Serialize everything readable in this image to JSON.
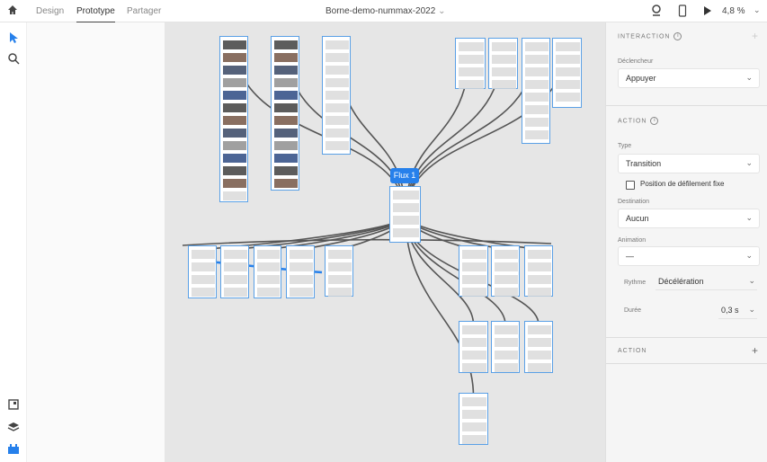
{
  "topbar": {
    "tabs": [
      "Design",
      "Prototype",
      "Partager"
    ],
    "active_tab": "Prototype",
    "doc_title": "Borne-demo-nummax-2022",
    "zoom": "4,8 %"
  },
  "canvas": {
    "flow_label": "Flux 1"
  },
  "panel": {
    "interaction_title": "INTERACTION",
    "trigger_label": "Déclencheur",
    "trigger_value": "Appuyer",
    "action_title": "ACTION",
    "type_label": "Type",
    "type_value": "Transition",
    "scroll_checkbox": "Position de défilement fixe",
    "scroll_checked": false,
    "destination_label": "Destination",
    "destination_value": "Aucun",
    "animation_label": "Animation",
    "animation_value": "—",
    "easing_label": "Rythme",
    "easing_value": "Décélération",
    "duration_label": "Durée",
    "duration_value": "0,3 s",
    "action2_title": "ACTION"
  },
  "colors": {
    "accent": "#2680eb",
    "canvas": "#e6e6e6",
    "wire": "#555555"
  }
}
